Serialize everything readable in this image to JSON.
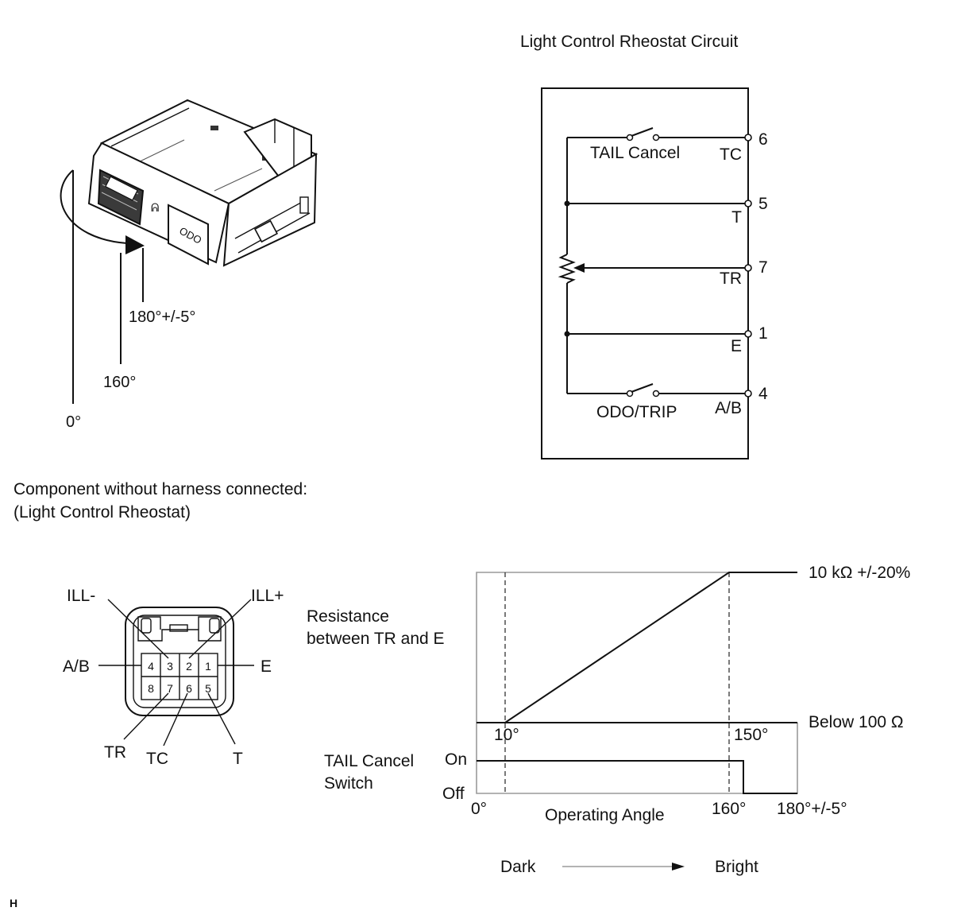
{
  "circuit": {
    "title": "Light Control Rheostat Circuit",
    "switch_tail_label": "TAIL Cancel",
    "switch_odo_label": "ODO/TRIP",
    "terminals": [
      {
        "pin": "6",
        "name": "TC"
      },
      {
        "pin": "5",
        "name": "T"
      },
      {
        "pin": "7",
        "name": "TR"
      },
      {
        "pin": "1",
        "name": "E"
      },
      {
        "pin": "4",
        "name": "A/B"
      }
    ]
  },
  "knob": {
    "angle_max": "180°+/-5°",
    "angle_160": "160°",
    "angle_0": "0°"
  },
  "connector": {
    "heading_line1": "Component without harness connected:",
    "heading_line2": "(Light Control Rheostat)",
    "labels": {
      "ill_minus": "ILL-",
      "ill_plus": "ILL+",
      "ab": "A/B",
      "e": "E",
      "tr": "TR",
      "tc": "TC",
      "t": "T"
    },
    "top_row": [
      "4",
      "3",
      "2",
      "1"
    ],
    "bottom_row": [
      "8",
      "7",
      "6",
      "5"
    ]
  },
  "graph": {
    "resistance_label_line1": "Resistance",
    "resistance_label_line2": "between TR and E",
    "resistance_high": "10 kΩ +/-20%",
    "resistance_low": "Below 100 Ω",
    "tick_10": "10°",
    "tick_150": "150°",
    "switch_label_line1": "TAIL Cancel",
    "switch_label_line2": "Switch",
    "on_label": "On",
    "off_label": "Off",
    "x_start": "0°",
    "x_title": "Operating Angle",
    "x_160": "160°",
    "x_end": "180°+/-5°",
    "dark_label": "Dark",
    "bright_label": "Bright"
  },
  "footer": {
    "mark": "H"
  }
}
